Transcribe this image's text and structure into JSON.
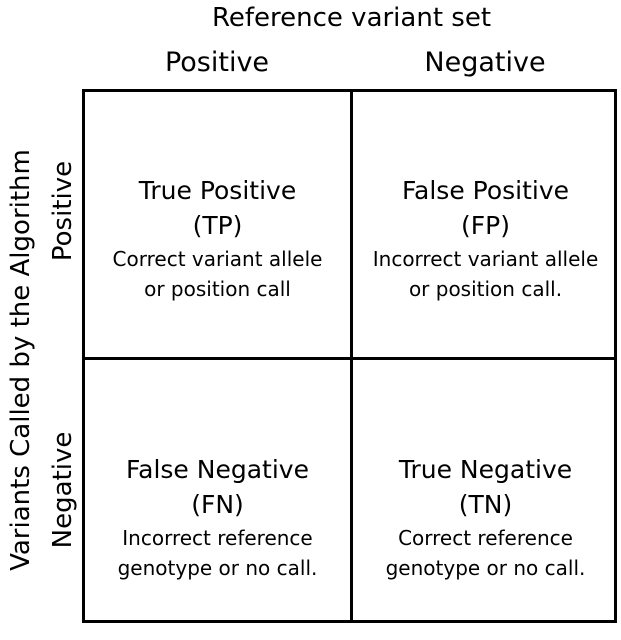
{
  "title": "Reference variant set",
  "columns": [
    "Positive",
    "Negative"
  ],
  "side_title": "Variants Called by the Algorithm",
  "rows": [
    "Positive",
    "Negative"
  ],
  "cells": {
    "tp": {
      "title": "True Positive",
      "abbr": "(TP)",
      "desc": [
        "Correct variant allele",
        "or position call"
      ]
    },
    "fp": {
      "title": "False Positive",
      "abbr": "(FP)",
      "desc": [
        "Incorrect variant allele",
        "or position call."
      ]
    },
    "fn": {
      "title": "False Negative",
      "abbr": "(FN)",
      "desc": [
        "Incorrect reference",
        "genotype or no call."
      ]
    },
    "tn": {
      "title": "True Negative",
      "abbr": "(TN)",
      "desc": [
        "Correct reference",
        "genotype or no call."
      ]
    }
  }
}
